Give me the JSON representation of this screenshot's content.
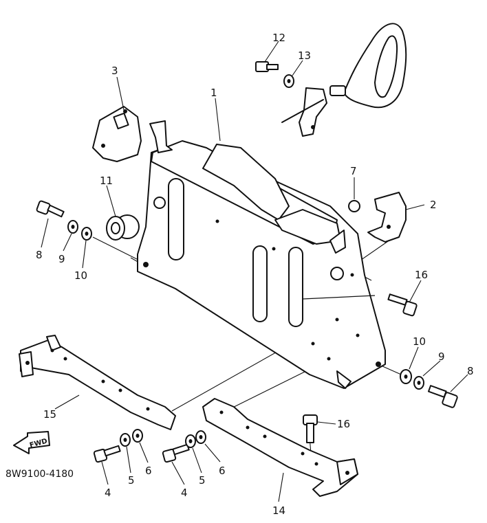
{
  "callouts": {
    "c1": "1",
    "c2": "2",
    "c3": "3",
    "c4a": "4",
    "c4b": "4",
    "c5a": "5",
    "c5b": "5",
    "c6a": "6",
    "c6b": "6",
    "c7": "7",
    "c8a": "8",
    "c8b": "8",
    "c9a": "9",
    "c9b": "9",
    "c10a": "10",
    "c10b": "10",
    "c11": "11",
    "c12": "12",
    "c13": "13",
    "c14": "14",
    "c15": "15",
    "c16a": "16",
    "c16b": "16"
  },
  "fwd_label": "FWD",
  "diagram_code": "8W9100-4180"
}
